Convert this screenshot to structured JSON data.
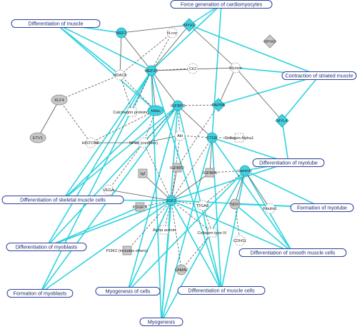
{
  "functions": [
    {
      "id": "f_diff_muscle",
      "label": "Differentiation of muscle"
    },
    {
      "id": "f_force_gen",
      "label": "Force generation of cardiomyocytes"
    },
    {
      "id": "f_contraction",
      "label": "Contraction of striated muscle"
    },
    {
      "id": "f_diff_myotube",
      "label": "Differentiation of myotube"
    },
    {
      "id": "f_diff_skeletal",
      "label": "Differentiation of skeletal muscle cells"
    },
    {
      "id": "f_formation_myotube",
      "label": "Formation of myotube"
    },
    {
      "id": "f_diff_myoblasts",
      "label": "Differentiation of myoblasts"
    },
    {
      "id": "f_diff_smooth",
      "label": "Differentiation of smooth muscle cells"
    },
    {
      "id": "f_formation_myoblasts",
      "label": "Formation of myoblasts"
    },
    {
      "id": "f_myogenesis_cells",
      "label": "Myogenesis of cells"
    },
    {
      "id": "f_diff_muscle_cells",
      "label": "Differentiation of muscle cells"
    },
    {
      "id": "f_myogenesis",
      "label": "Myogenesis"
    }
  ],
  "molecules": [
    {
      "id": "MEF2",
      "label": "MEF2",
      "style": "hi"
    },
    {
      "id": "NCOR",
      "label": "N-cor",
      "style": "white"
    },
    {
      "id": "MYH1",
      "label": "MYH1",
      "style": "hi"
    },
    {
      "id": "MYH3",
      "label": "MYH3",
      "style": "gray"
    },
    {
      "id": "HDAC8",
      "label": "HDAC8",
      "style": "white"
    },
    {
      "id": "MEF2C",
      "label": "MEF2C",
      "style": "hi"
    },
    {
      "id": "CK2",
      "label": "Ck2",
      "style": "white"
    },
    {
      "id": "MYOSIN",
      "label": "Myosin",
      "style": "white"
    },
    {
      "id": "KLF4",
      "label": "KLF4",
      "style": "gray"
    },
    {
      "id": "CALCIUM",
      "label": "Calcineurin protein(s)",
      "style": "white"
    },
    {
      "id": "HDAC",
      "label": "Hdac",
      "style": "hi"
    },
    {
      "id": "IGFBP3",
      "label": "IGFBP3",
      "style": "hi"
    },
    {
      "id": "PAPPA",
      "label": "PAPPA",
      "style": "hi"
    },
    {
      "id": "MYL4",
      "label": "MYL4",
      "style": "hi"
    },
    {
      "id": "ETV1",
      "label": "ETV1",
      "style": "gray"
    },
    {
      "id": "HISTONE",
      "label": "HISTONE",
      "style": "white"
    },
    {
      "id": "NFKB",
      "label": "NFkB (complex)",
      "style": "white"
    },
    {
      "id": "AKT",
      "label": "Akt",
      "style": "white"
    },
    {
      "id": "CTGF",
      "label": "CTGF",
      "style": "hi"
    },
    {
      "id": "COLALPHA1",
      "label": "Collagen Alpha1",
      "style": "white"
    },
    {
      "id": "LAMININ",
      "label": "Laminin",
      "style": "hi"
    },
    {
      "id": "IGF",
      "label": "Igf",
      "style": "gray"
    },
    {
      "id": "IGFBP2",
      "label": "IGFBP2",
      "style": "gray"
    },
    {
      "id": "IGFBP6",
      "label": "IGFBP6",
      "style": "gray"
    },
    {
      "id": "VEGA",
      "label": "VEGA",
      "style": "white"
    },
    {
      "id": "IGF2",
      "label": "IGF2",
      "style": "hi"
    },
    {
      "id": "PDGFB",
      "label": "PDGF B",
      "style": "gray"
    },
    {
      "id": "ITGA8",
      "label": "ITGA8",
      "style": "white"
    },
    {
      "id": "NOV",
      "label": "NOV",
      "style": "gray"
    },
    {
      "id": "FIBULIN",
      "label": "Fibulin1",
      "style": "white"
    },
    {
      "id": "ALPHAACT",
      "label": "Alpha actinin",
      "style": "white"
    },
    {
      "id": "COLIV",
      "label": "Collagen type IV",
      "style": "white"
    },
    {
      "id": "CDH11",
      "label": "CDH11",
      "style": "white"
    },
    {
      "id": "PI3K2",
      "label": "PI3K2 (includes others)",
      "style": "gray"
    },
    {
      "id": "LAMA2",
      "label": "LAMA2",
      "style": "gray"
    }
  ]
}
